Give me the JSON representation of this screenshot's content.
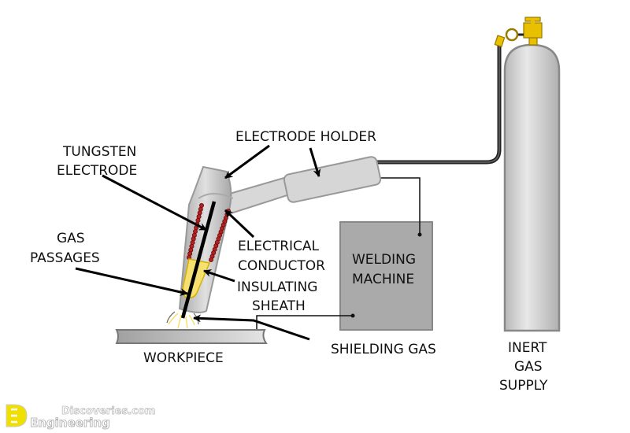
{
  "labels": {
    "tungsten_electrode": [
      "TUNGSTEN",
      "ELECTRODE"
    ],
    "electrode_holder": "ELECTRODE HOLDER",
    "gas_passages": [
      "GAS",
      "PASSAGES"
    ],
    "electrical_conductor": [
      "ELECTRICAL",
      "CONDUCTOR"
    ],
    "insulating_sheath": [
      "INSULATING",
      "SHEATH"
    ],
    "welding_machine": [
      "WELDING",
      "MACHINE"
    ],
    "workpiece": "WORKPIECE",
    "shielding_gas": "SHIELDING GAS",
    "inert_gas_supply": [
      "INERT",
      "GAS",
      "SUPPLY"
    ]
  },
  "watermark": {
    "line1": "Discoveries.com",
    "line2": "Engineering",
    "mark": "ED"
  },
  "colors": {
    "metal": "#d4d4d4",
    "machine": "#aaaaaa",
    "valve_brass": "#e8c000",
    "conductor": "#b22222",
    "sheath": "#f5e070",
    "logo_yellow": "#f0e000"
  }
}
